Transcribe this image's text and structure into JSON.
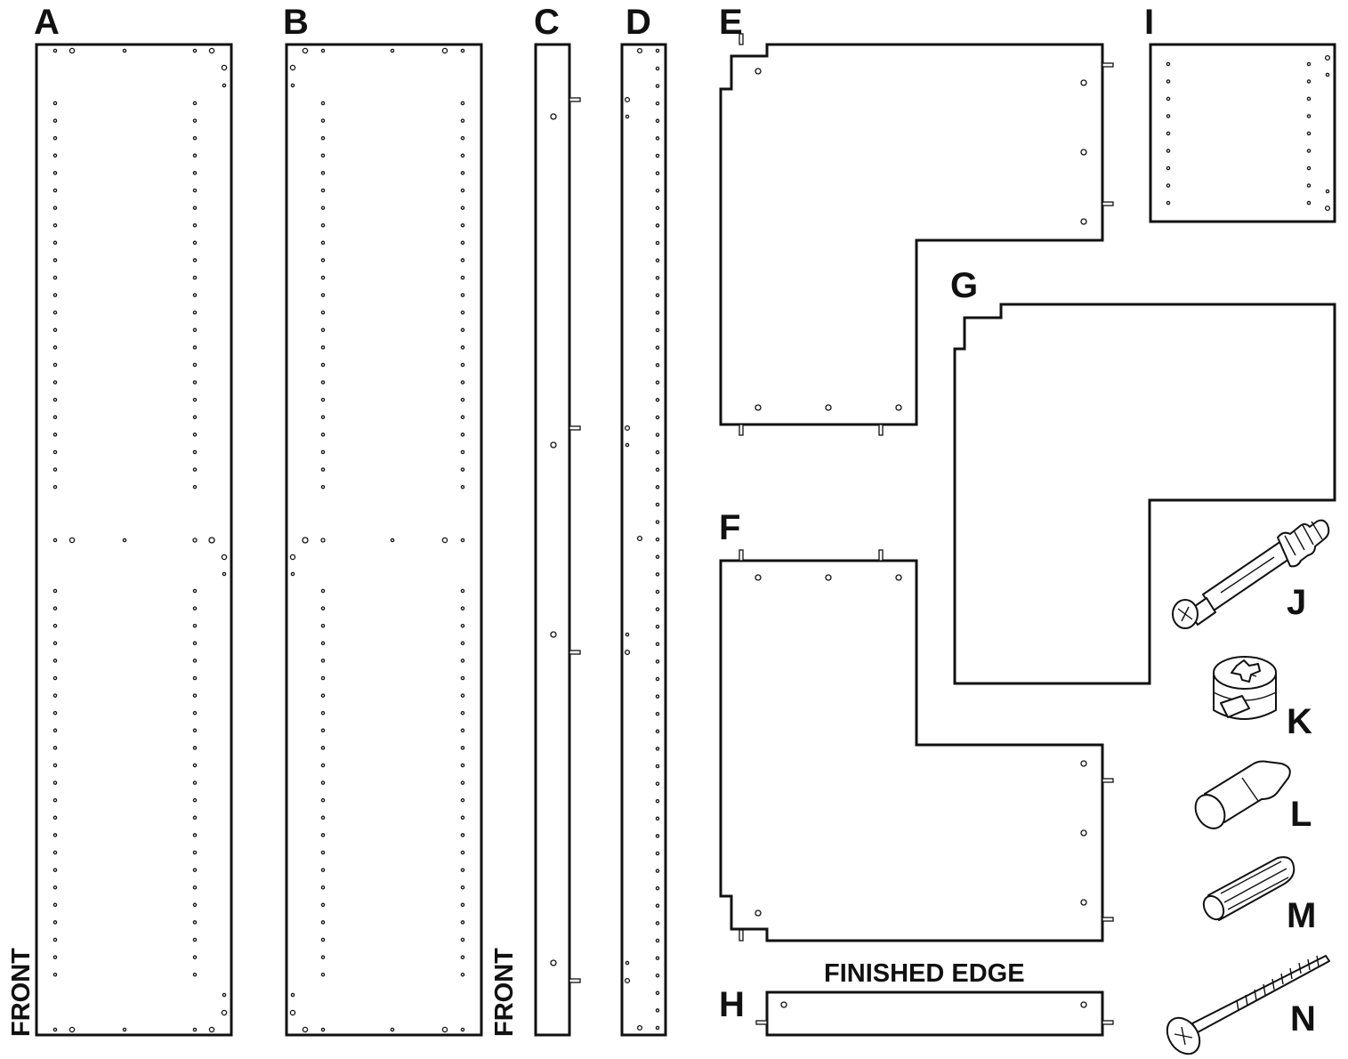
{
  "colors": {
    "line": "#111111",
    "paper": "#ffffff"
  },
  "parts": {
    "A": "A",
    "B": "B",
    "C": "C",
    "D": "D",
    "E": "E",
    "F": "F",
    "G": "G",
    "H": "H",
    "I": "I",
    "J": "J",
    "K": "K",
    "L": "L",
    "M": "M",
    "N": "N"
  },
  "edge_labels": {
    "front_a": "FRONT",
    "front_b": "FRONT",
    "finished_edge": "FINISHED EDGE"
  },
  "hardware_icons": {
    "J": "cam-bolt-icon",
    "K": "cam-lock-icon",
    "L": "shelf-pin-icon",
    "M": "wood-dowel-icon",
    "N": "screw-icon"
  }
}
